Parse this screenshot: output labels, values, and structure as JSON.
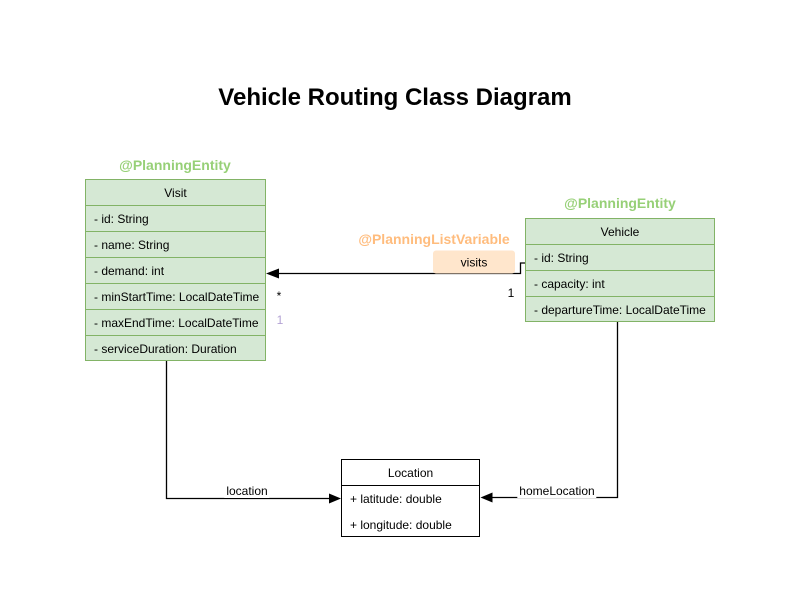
{
  "title": "Vehicle Routing Class Diagram",
  "colors": {
    "class_fill": "#d5e8d4",
    "class_border": "#82b366",
    "entity_annotation_text": "#97d077",
    "list_variable_annotation_text": "#ffbc7d",
    "edge_label_fill": "#ffe6cc",
    "plain_class_fill": "#ffffff",
    "plain_class_border": "#000000",
    "edge_color": "#000000",
    "muted_multiplicity_text": "#b3a2d4"
  },
  "classes": {
    "visit": {
      "annotation": "@PlanningEntity",
      "name": "Visit",
      "attributes": [
        "- id: String",
        "- name: String",
        "- demand: int",
        "- minStartTime: LocalDateTime",
        "- maxEndTime: LocalDateTime",
        "- serviceDuration: Duration"
      ]
    },
    "vehicle": {
      "annotation": "@PlanningEntity",
      "name": "Vehicle",
      "attributes": [
        "- id: String",
        "- capacity: int",
        "- departureTime: LocalDateTime"
      ]
    },
    "location": {
      "name": "Location",
      "attributes": [
        "+ latitude: double",
        "+ longitude: double"
      ]
    }
  },
  "edges": {
    "visits": {
      "annotation": "@PlanningListVariable",
      "label": "visits",
      "multiplicity_target": "*",
      "multiplicity_source": "1",
      "multiplicity_extra": "1"
    },
    "location": {
      "label": "location"
    },
    "home_location": {
      "label": "homeLocation"
    }
  }
}
